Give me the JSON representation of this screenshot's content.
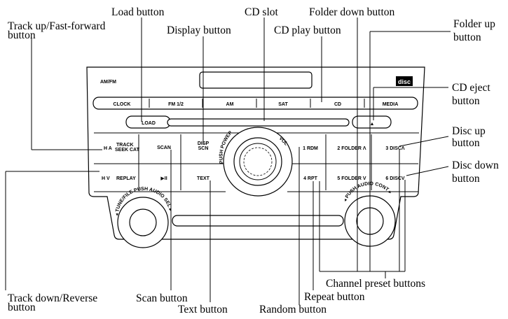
{
  "callouts": {
    "load": "Load button",
    "cd_slot": "CD slot",
    "folder_down": "Folder down button",
    "track_up_1": "Track up/Fast-forward",
    "track_up_2": "button",
    "display": "Display button",
    "cd_play": "CD play button",
    "folder_up_1": "Folder up",
    "folder_up_2": "button",
    "cd_eject_1": "CD eject",
    "cd_eject_2": "button",
    "disc_up_1": "Disc up",
    "disc_up_2": "button",
    "disc_down_1": "Disc down",
    "disc_down_2": "button",
    "channel_preset": "Channel preset buttons",
    "track_down_1": "Track down/Reverse",
    "track_down_2": "button",
    "scan": "Scan button",
    "repeat": "Repeat button",
    "text": "Text button",
    "random": "Random button"
  },
  "panel": {
    "brand": "AM/FM",
    "disc_logo": "disc",
    "source_buttons": [
      "CLOCK",
      "FM 1/2",
      "AM",
      "SAT",
      "CD",
      "MEDIA"
    ],
    "load": "LOAD",
    "eject": "▲",
    "track_up_symbol": "H A",
    "track_seek_1": "TRACK",
    "track_seek_2": "SEEK CAT",
    "scan": "SCAN",
    "disp_1": "DISP",
    "disp_2": "SCN",
    "btn_1": "1  RDM",
    "btn_2": "2 FOLDER Λ",
    "btn_3": "3 DISCΛ",
    "track_down_symbol": "H V",
    "replay": "REPLAY",
    "play_pause": "▶II",
    "text": "TEXT",
    "btn_4": "4  RPT",
    "btn_5": "5 FOLDER V",
    "btn_6": "6 DISCV",
    "push_power": "PUSH POWER",
    "vol": "VOL",
    "left_knob_ring": "◂ TUNE/FILE PUSH AUDIO SEL ▸",
    "right_knob_ring": "◂ PUSH AUDIO CONT ▸"
  }
}
